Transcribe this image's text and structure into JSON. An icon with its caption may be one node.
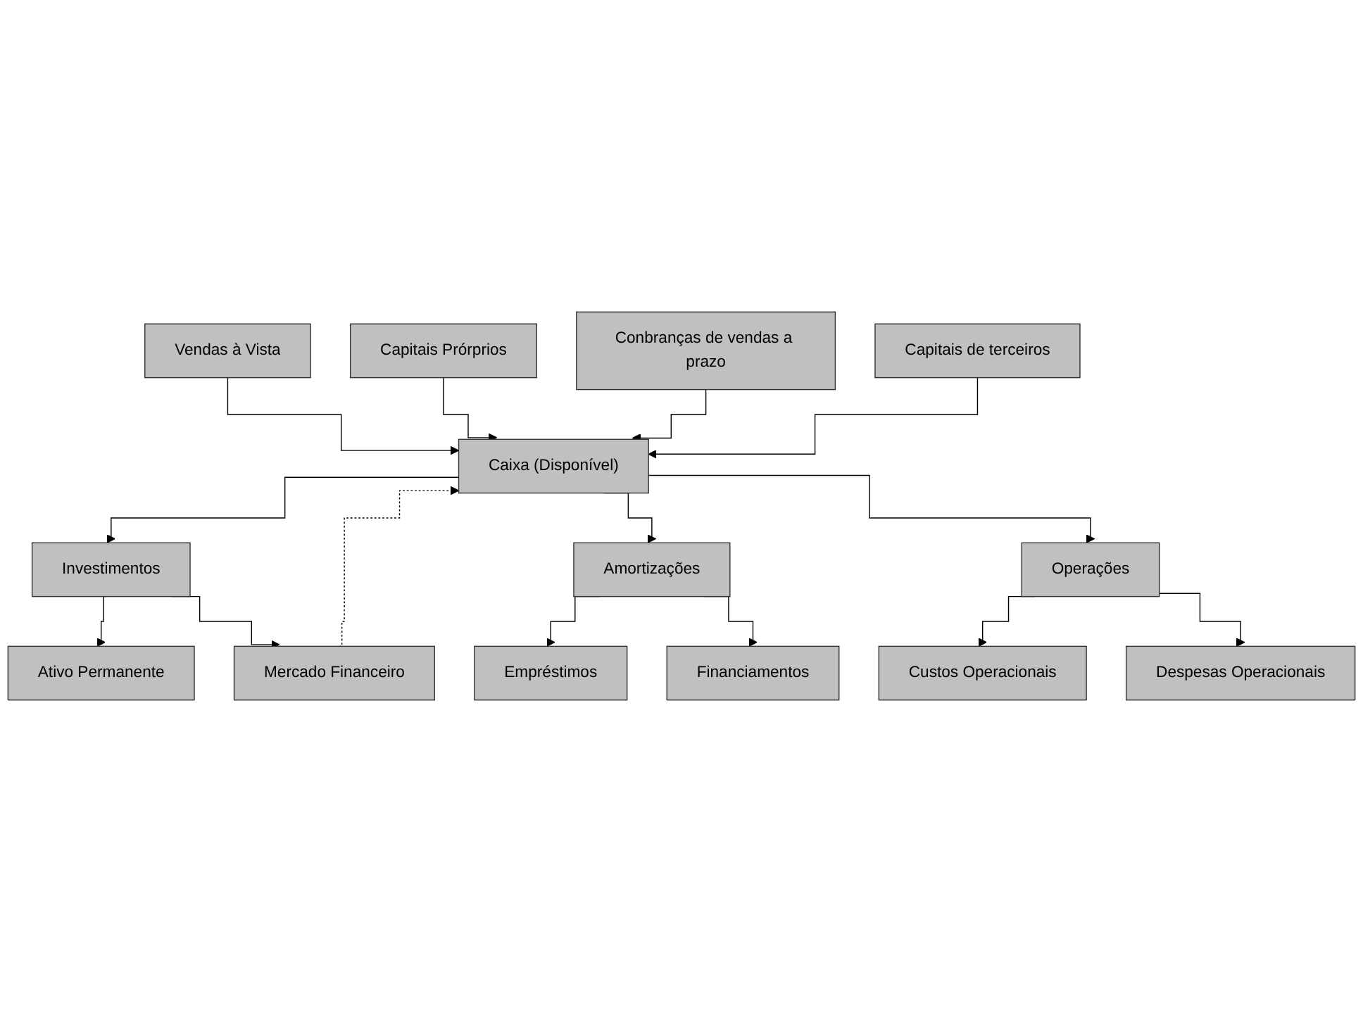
{
  "diagram": {
    "nodes": [
      {
        "text": [
          "Vendas à Vista"
        ]
      },
      {
        "text": [
          "Capitais Prórprios"
        ]
      },
      {
        "text": [
          "Conbranças de vendas a prazo"
        ]
      },
      {
        "text": [
          "Capitais de terceiros"
        ]
      },
      {
        "text": [
          "Caixa (Disponível)"
        ]
      },
      {
        "text": [
          "Investimentos"
        ]
      },
      {
        "text": [
          "Amortizações"
        ]
      },
      {
        "text": [
          "Operações"
        ]
      },
      {
        "text": [
          "Ativo Permanente"
        ]
      },
      {
        "text": [
          "Empréstimos"
        ]
      },
      {
        "text": [
          "Custos Operacionais"
        ]
      },
      {
        "text": [
          "Mercado Financeiro"
        ]
      },
      {
        "text": [
          "Financiamentos"
        ]
      },
      {
        "text": [
          "Despesas Operacionais"
        ]
      }
    ],
    "edges": [
      {
        "from": 0,
        "to": 4,
        "arrow": "to"
      },
      {
        "from": 1,
        "to": 4,
        "arrow": "to"
      },
      {
        "from": 2,
        "to": 4,
        "arrow": "to"
      },
      {
        "from": 3,
        "to": 4,
        "arrow": "to"
      },
      {
        "from": 4,
        "to": 5,
        "arrow": "to"
      },
      {
        "from": 4,
        "to": 6,
        "arrow": "to"
      },
      {
        "from": 4,
        "to": 7,
        "arrow": "to"
      },
      {
        "from": 5,
        "to": 8,
        "arrow": "to"
      },
      {
        "from": 5,
        "to": 11,
        "arrow": "to"
      },
      {
        "from": 6,
        "to": 9,
        "arrow": "to"
      },
      {
        "from": 6,
        "to": 12,
        "arrow": "to"
      },
      {
        "from": 7,
        "to": 10,
        "arrow": "to"
      },
      {
        "from": 7,
        "to": 13,
        "arrow": "to"
      },
      {
        "from": 11,
        "to": 4,
        "arrow": "to",
        "style": "dashed"
      }
    ]
  }
}
